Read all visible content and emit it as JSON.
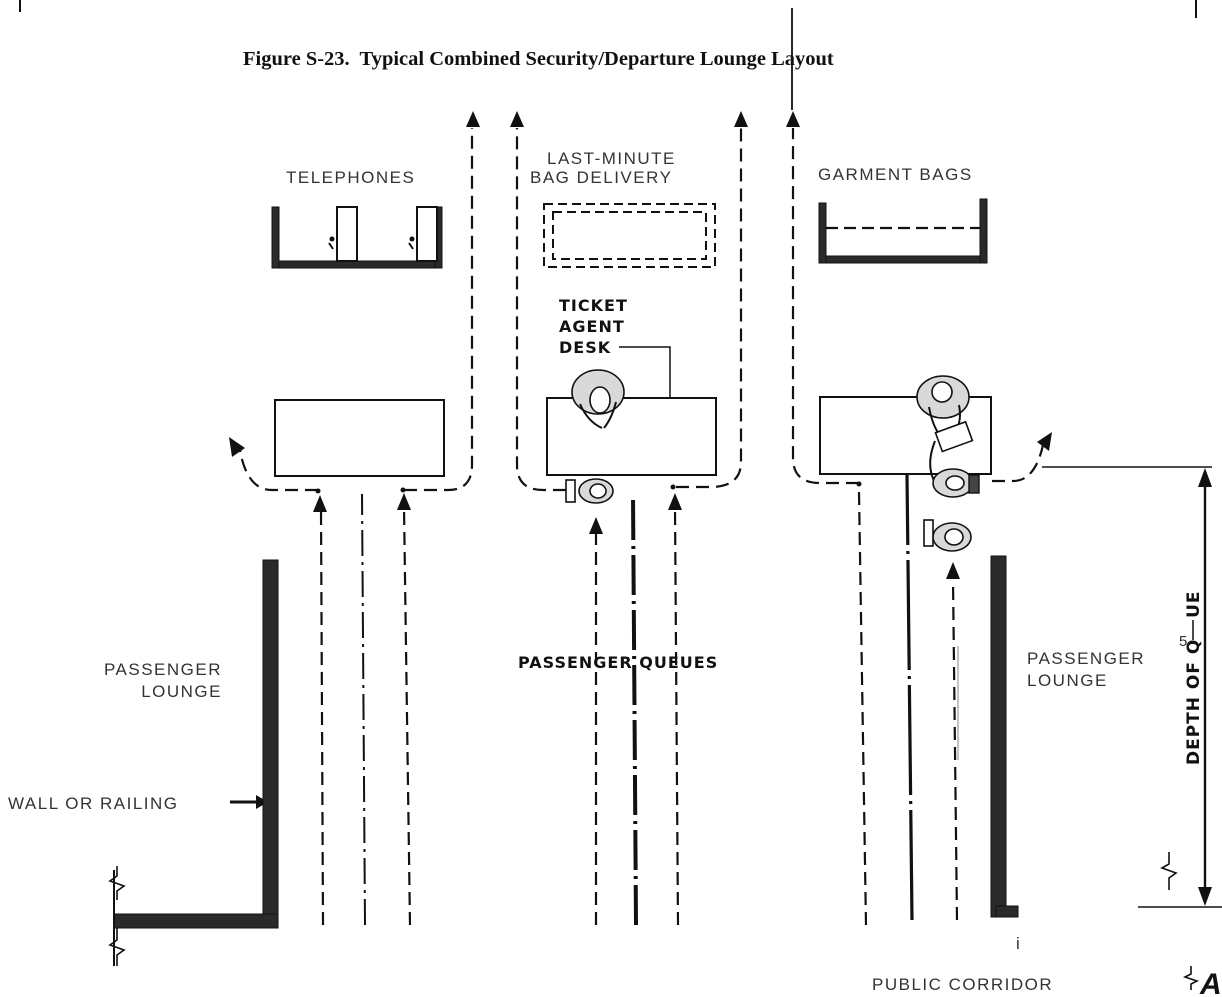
{
  "figure": {
    "title": "Figure S-23.  Typical Combined Security/Departure Lounge Layout"
  },
  "labels": {
    "telephones": "TELEPHONES",
    "last_minute_line1": "LAST-MINUTE",
    "last_minute_line2": "BAG DELIVERY",
    "garment_bags": "GARMENT BAGS",
    "ticket_agent_line1": "TICKET",
    "ticket_agent_line2": "AGENT",
    "ticket_agent_line3": "DESK",
    "passenger_queues": "PASSENGER QUEUES",
    "passenger_lounge_left_line1": "PASSENGER",
    "passenger_lounge_left_line2": "LOUNGE",
    "passenger_lounge_right_line1": "PASSENGER",
    "passenger_lounge_right_line2": "LOUNGE",
    "wall_or_railing": "WALL OR RAILING",
    "depth_of_queue": "DEPTH OF Q   UE",
    "stray_5": "5",
    "stray_i": "i",
    "public_corridor": "PUBLIC CORRIDOR",
    "corner_mark": "AI"
  }
}
